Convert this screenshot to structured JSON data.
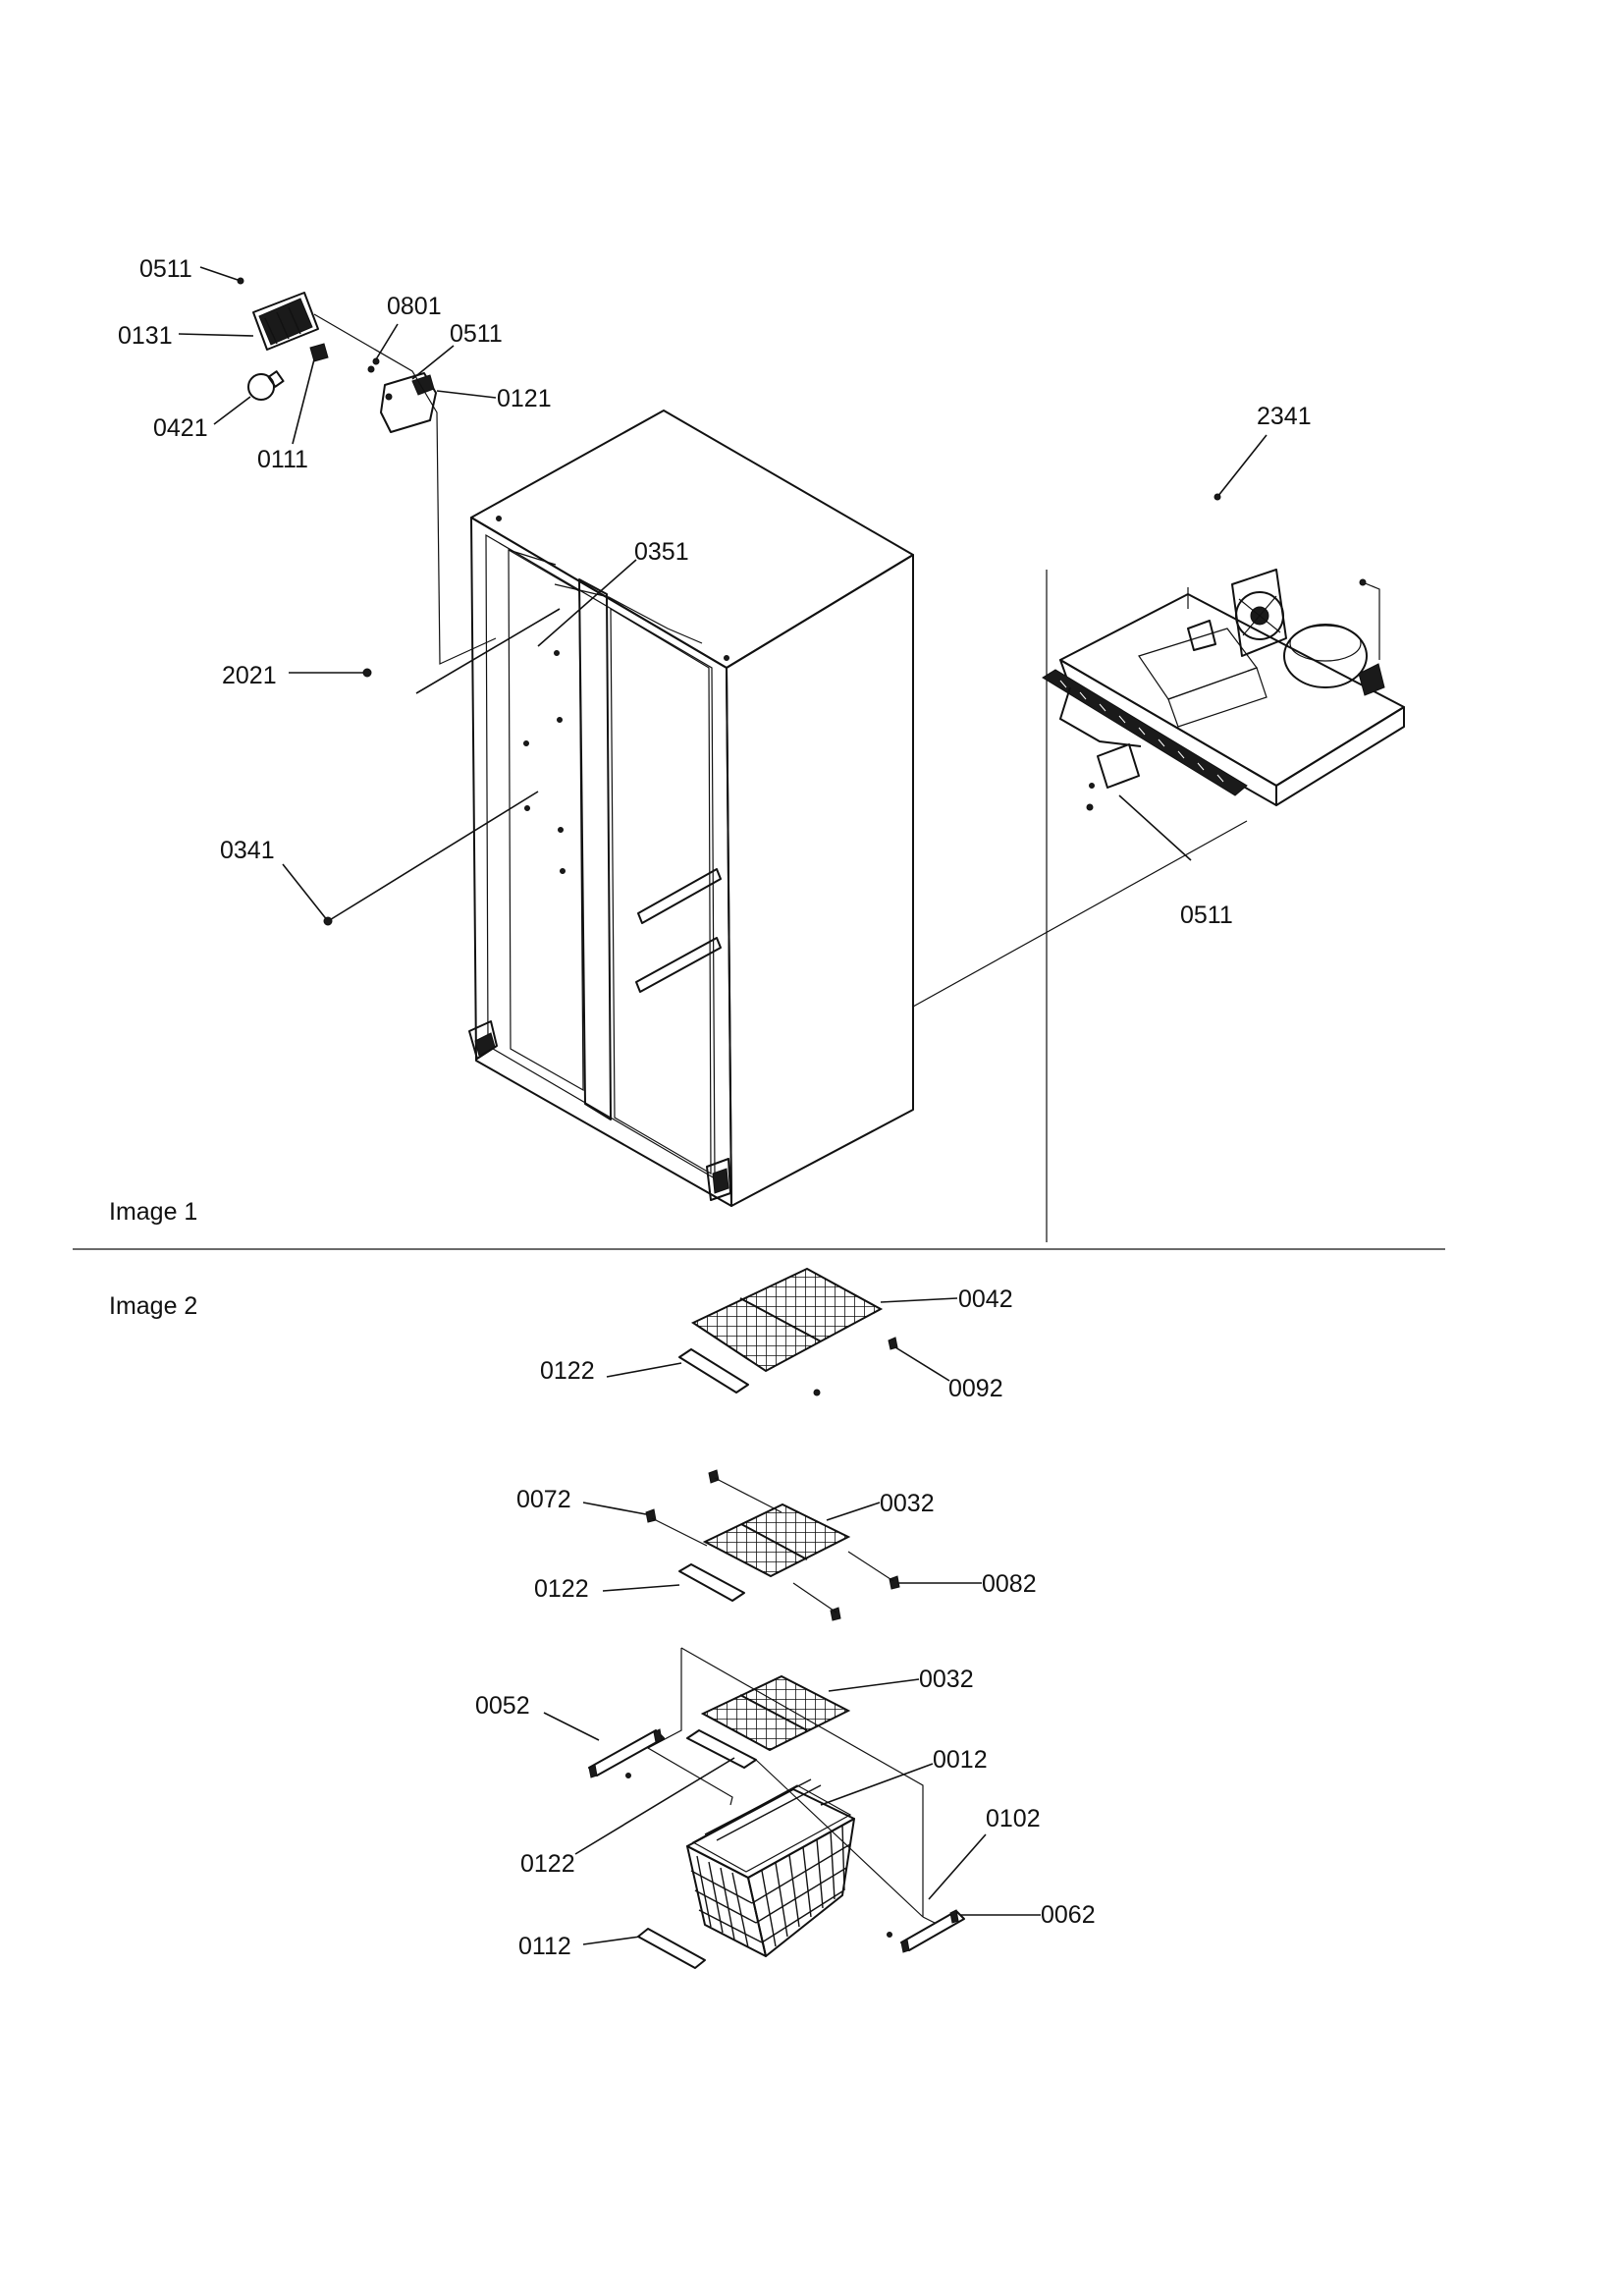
{
  "sections": {
    "image1": "Image 1",
    "image2": "Image 2"
  },
  "labels": {
    "p0511_top": "0511",
    "p0131": "0131",
    "p0801": "0801",
    "p0511_mid": "0511",
    "p0121": "0121",
    "p0421": "0421",
    "p0111": "0111",
    "p0351": "0351",
    "p2021": "2021",
    "p0341": "0341",
    "p2341": "2341",
    "p0511_right": "0511",
    "p0042": "0042",
    "p0122_a": "0122",
    "p0092": "0092",
    "p0072": "0072",
    "p0032_a": "0032",
    "p0122_b": "0122",
    "p0082": "0082",
    "p0032_b": "0032",
    "p0052": "0052",
    "p0012": "0012",
    "p0102": "0102",
    "p0122_c": "0122",
    "p0062": "0062",
    "p0112": "0112"
  }
}
